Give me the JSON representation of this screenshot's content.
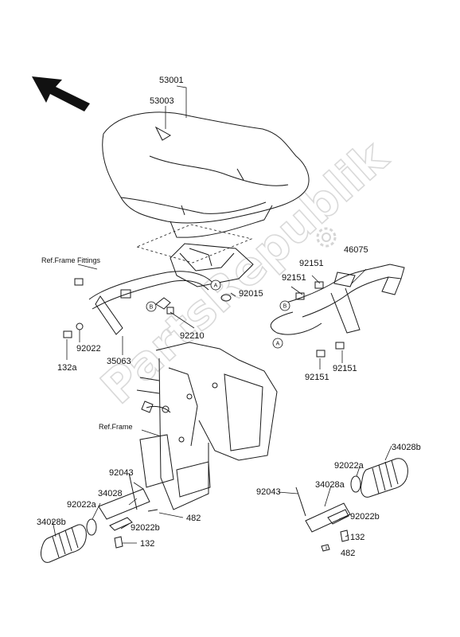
{
  "watermark": "PartsRepublik",
  "callouts": {
    "c53001": "53001",
    "c53003": "53003",
    "ref_fittings": "Ref.Frame Fittings",
    "c46075": "46075",
    "c92151a": "92151",
    "c92151b": "92151",
    "c92015": "92015",
    "c92210": "92210",
    "c92022": "92022",
    "c132a": "132a",
    "c35063": "35063",
    "c92151c": "92151",
    "c92151d": "92151",
    "ref_frame": "Ref.Frame",
    "c34028b_r": "34028b",
    "c92043_l": "92043",
    "c34028": "34028",
    "c92022a_l": "92022a",
    "c92022b_l": "92022b",
    "c482_l": "482",
    "c34028b_l": "34028b",
    "c132_l": "132",
    "c92043_r": "92043",
    "c92022a_r": "92022a",
    "c34028a": "34028a",
    "c92022b_r": "92022b",
    "c132_r": "132",
    "c482_r": "482"
  },
  "markers": {
    "a": "A",
    "b": "B"
  }
}
